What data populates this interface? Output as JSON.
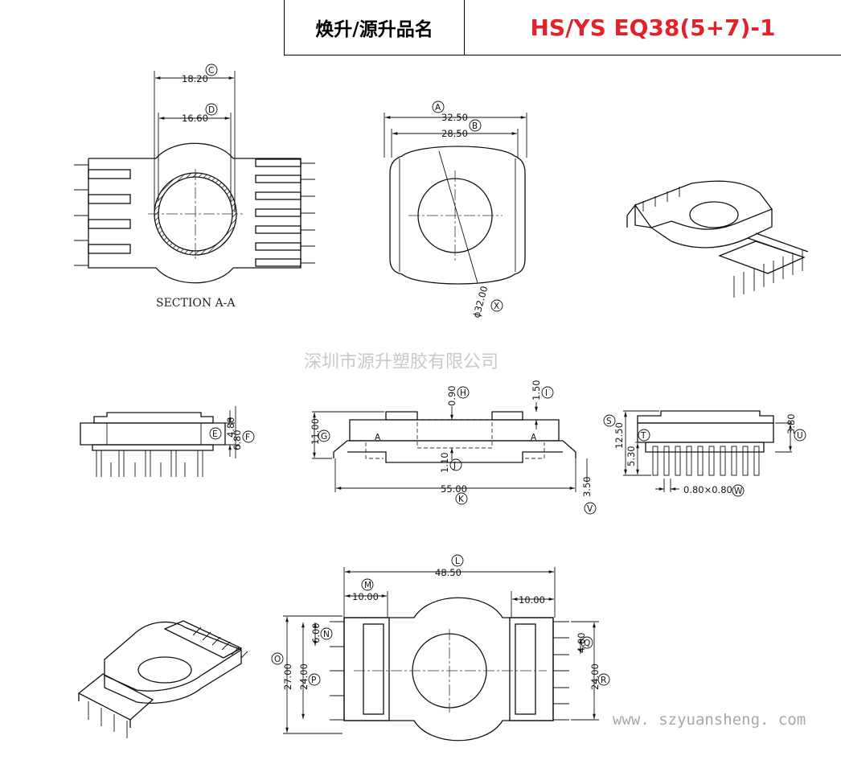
{
  "header": {
    "label": "焕升/源升品名",
    "value": "HS/YS EQ38(5+7)-1"
  },
  "section_label": "SECTION A-A",
  "watermark": "深圳市源升塑胶有限公司",
  "website": "www. szyuansheng. com",
  "dims": {
    "C": "18.20",
    "D": "16.60",
    "A": "32.50",
    "B": "28.50",
    "X": "ϕ32.00",
    "H": "0.90",
    "I": "1.50",
    "G": "11.00",
    "J": "1.10",
    "K": "55.00",
    "V": "3.50",
    "E": "4.80",
    "F": "6.80",
    "S": "12.50",
    "T": "5.30",
    "U": "3.80",
    "W": "0.80×0.80",
    "L": "48.50",
    "M": "10.00",
    "M2": "10.00",
    "N": "6.00",
    "O": "27.00",
    "P": "24.00",
    "Q": "4.00",
    "R": "24.00"
  },
  "callouts": [
    "C",
    "D",
    "A",
    "B",
    "X",
    "H",
    "I",
    "G",
    "J",
    "K",
    "V",
    "E",
    "F",
    "S",
    "T",
    "U",
    "W",
    "L",
    "M",
    "N",
    "O",
    "P",
    "Q",
    "R"
  ],
  "section_marks": [
    "A",
    "A"
  ]
}
